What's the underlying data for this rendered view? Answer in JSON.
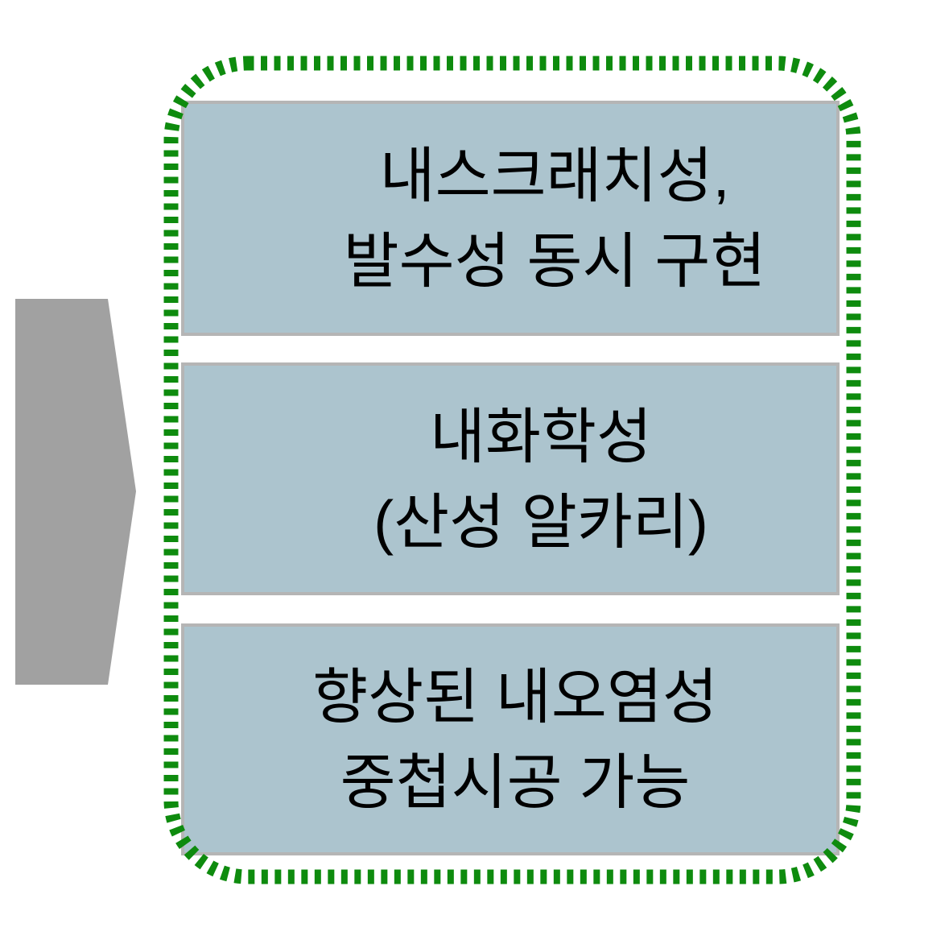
{
  "diagram": {
    "arrow": {
      "shape": "right-pointing-pentagon",
      "color": "#A1A1A1"
    },
    "border": {
      "style": "dashed",
      "color": "#0E8B0E"
    },
    "box_style": {
      "fill": "#ACC4CE",
      "edge": "#B5B5B5",
      "text_color": "#000000"
    },
    "boxes": [
      {
        "lines": [
          "내스크래치성,",
          "발수성 동시 구현"
        ]
      },
      {
        "lines": [
          "내화학성",
          "(산성 알카리)"
        ]
      },
      {
        "lines": [
          "향상된 내오염성",
          "중첩시공 가능"
        ]
      }
    ]
  }
}
